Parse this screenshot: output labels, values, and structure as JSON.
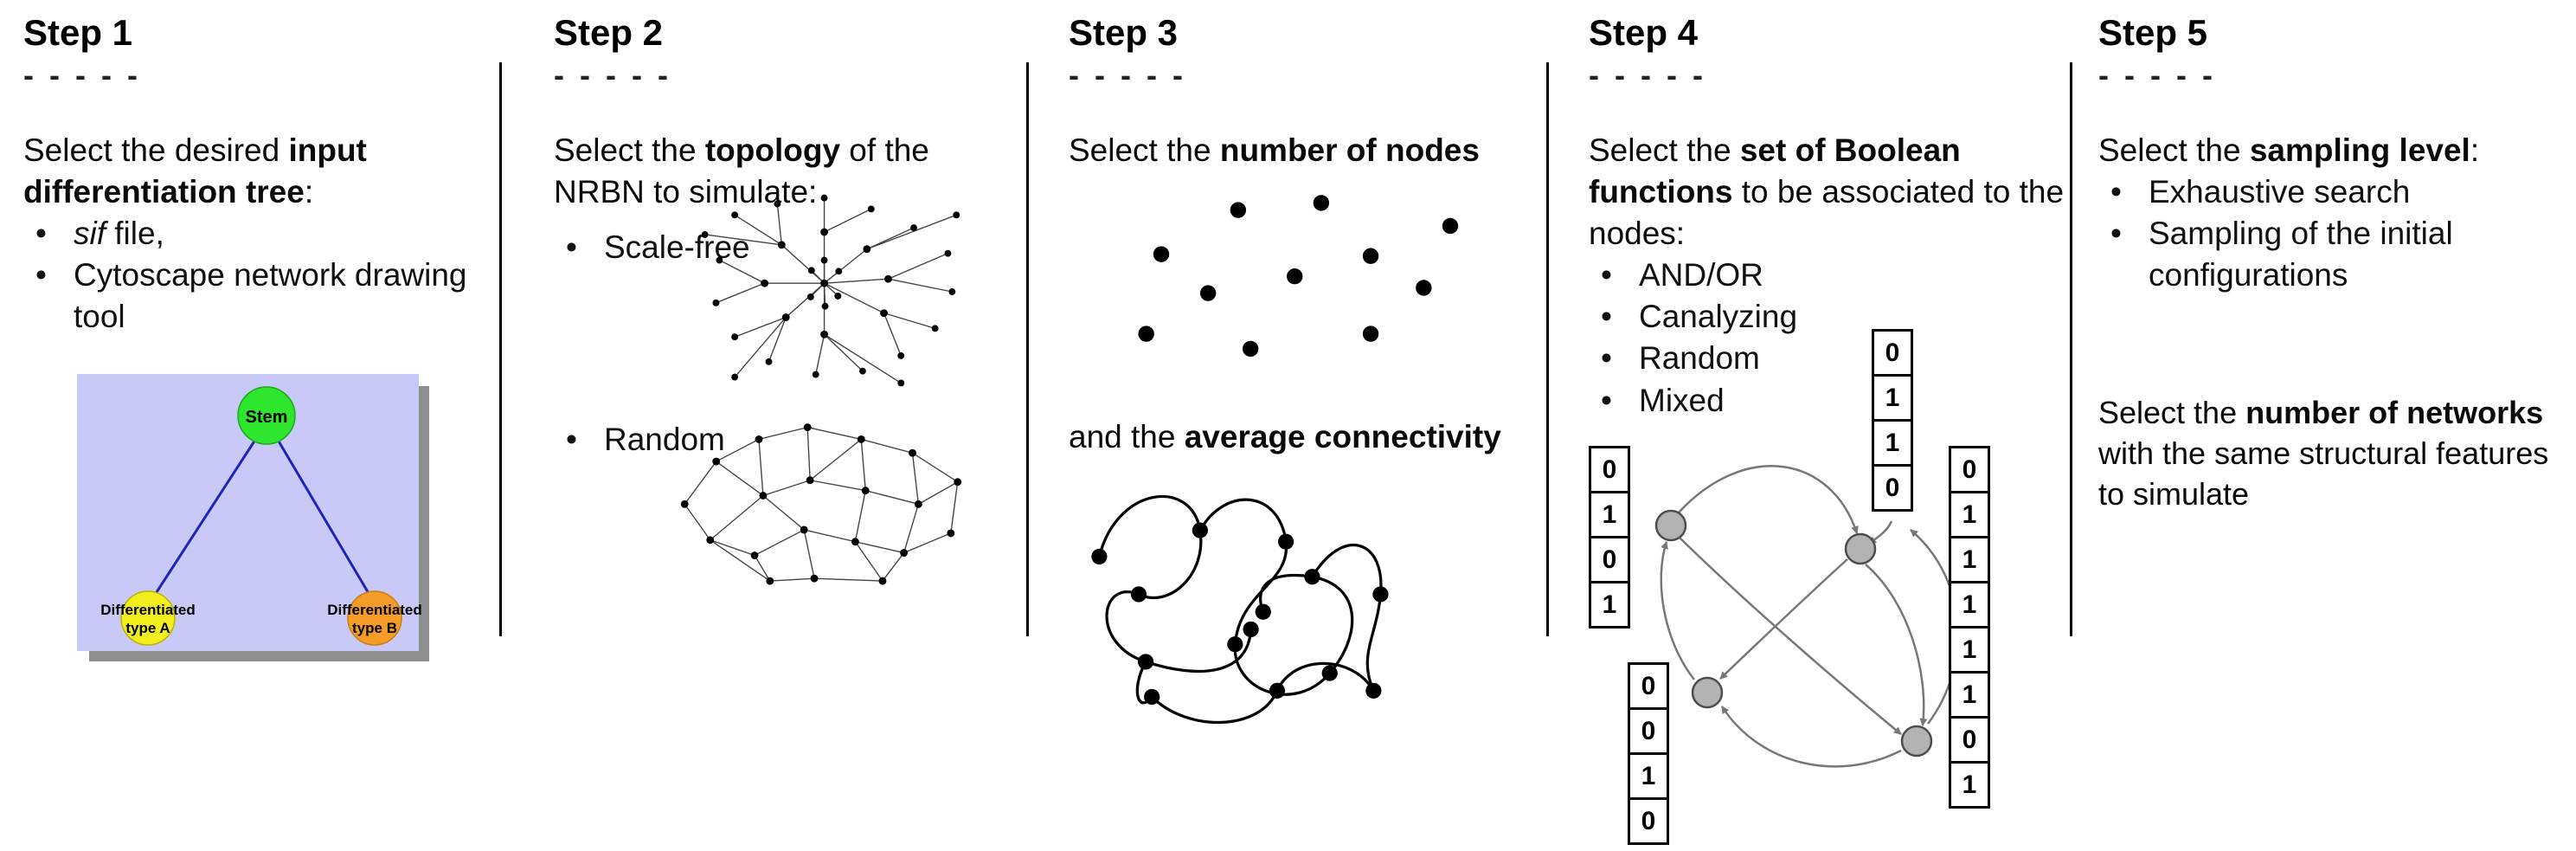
{
  "ui": {
    "bullet": "•",
    "dashes": "- - - - -"
  },
  "steps": {
    "s1": {
      "title": "Step 1",
      "p1": {
        "t1": "Select the desired ",
        "b1": "input differentiation tree",
        "t2": ":"
      },
      "bullet1": {
        "i1": "sif",
        "t1": " file,"
      },
      "bullet2": "Cytoscape network drawing tool",
      "tree": {
        "root": "Stem",
        "left_line1": "Differentiated",
        "left_line2": "type A",
        "right_line1": "Differentiated",
        "right_line2": "type B",
        "root_color": "#2ee62e",
        "left_color": "#f2ee20",
        "right_color": "#f59b28",
        "bg_color": "#c9c9f8"
      }
    },
    "s2": {
      "title": "Step 2",
      "p1": {
        "t1": "Select the ",
        "b1": "topology",
        "t2": " of the NRBN to simulate:"
      },
      "bullet1": "Scale-free",
      "bullet2": "Random"
    },
    "s3": {
      "title": "Step 3",
      "p1": {
        "t1": "Select the ",
        "b1": "number of nodes"
      },
      "p2": {
        "t1": "and the ",
        "b1": "average connectivity"
      }
    },
    "s4": {
      "title": "Step 4",
      "p1": {
        "t1": "Select the ",
        "b1": "set of Boolean functions",
        "t2": " to be associated to the nodes:"
      },
      "bullets": [
        "AND/OR",
        "Canalyzing",
        "Random",
        "Mixed"
      ],
      "truth_tables": {
        "left": [
          "0",
          "1",
          "0",
          "1"
        ],
        "top": [
          "0",
          "1",
          "1",
          "0"
        ],
        "bottom_left": [
          "0",
          "0",
          "1",
          "0"
        ],
        "right": [
          "0",
          "1",
          "1",
          "1",
          "1",
          "1",
          "0",
          "1"
        ]
      }
    },
    "s5": {
      "title": "Step 5",
      "p1": {
        "t1": "Select the ",
        "b1": "sampling level",
        "t2": ":"
      },
      "bullets": [
        "Exhaustive search",
        "Sampling of the initial configurations"
      ],
      "p2": {
        "t1": "Select the ",
        "b1": "number of networks",
        "t2": " with the same structural features to simulate"
      }
    }
  }
}
